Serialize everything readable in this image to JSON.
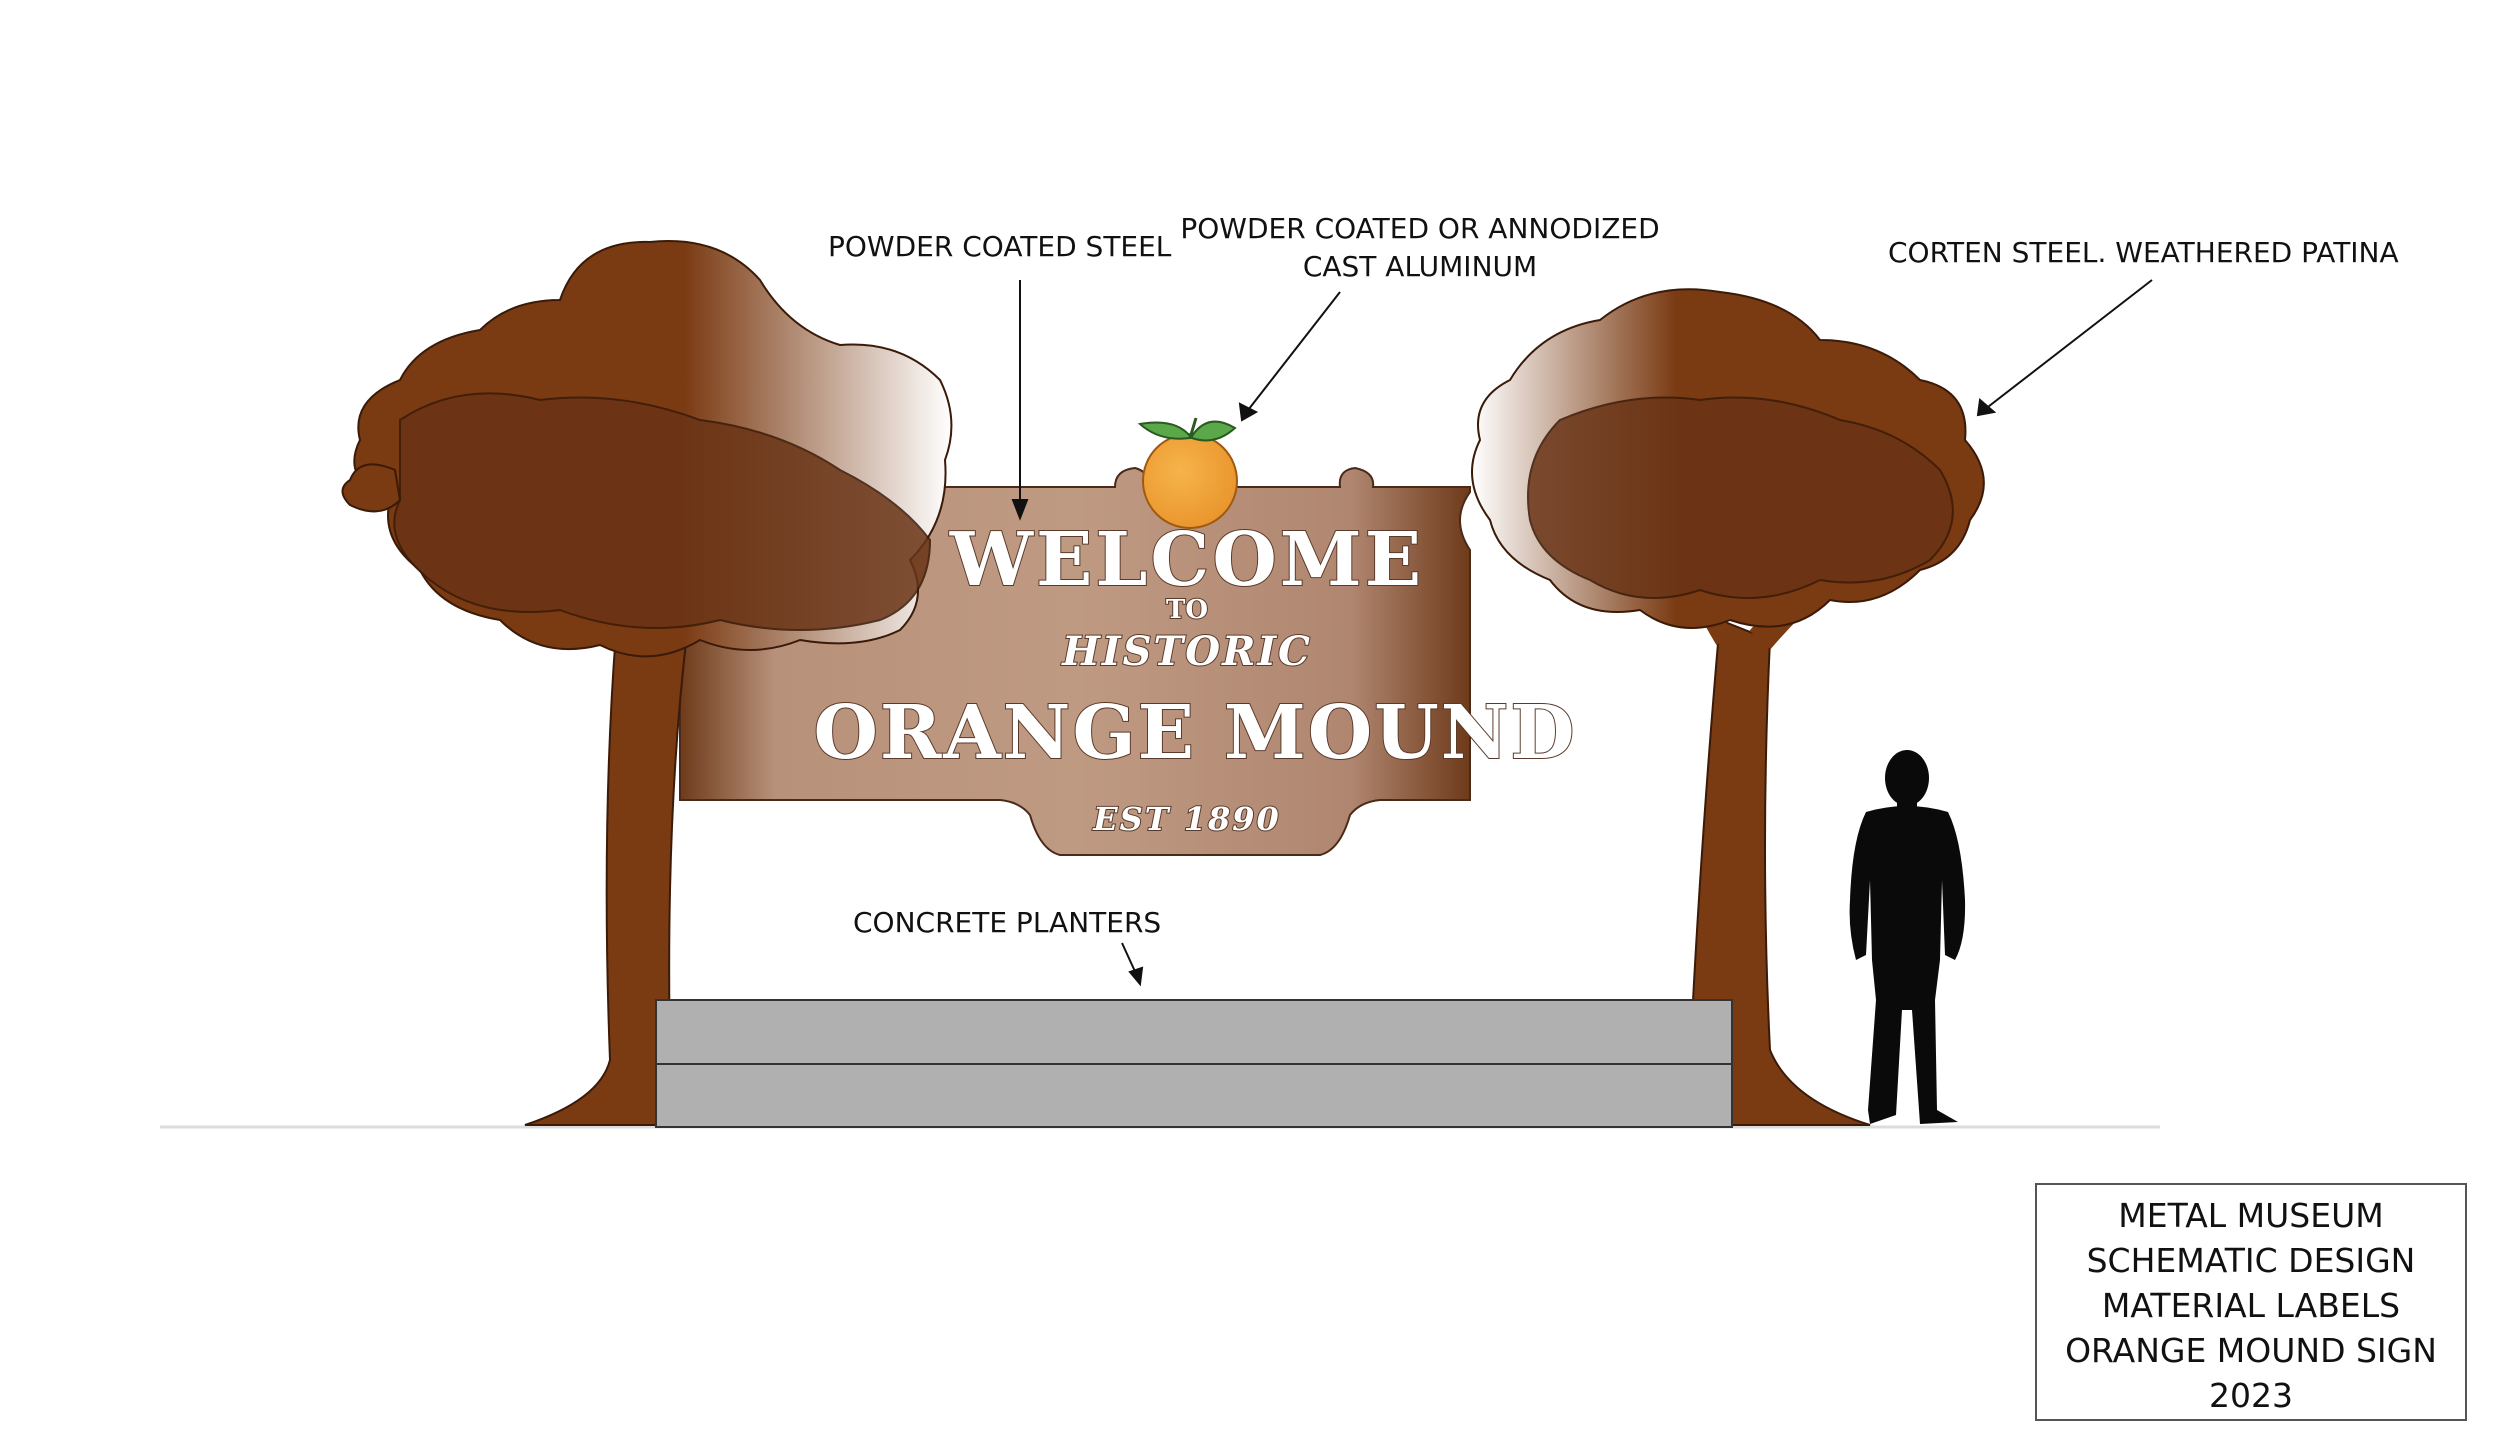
{
  "callouts": {
    "powder_coated_steel": "POWDER COATED STEEL",
    "cast_aluminum_line1": "POWDER COATED OR ANNODIZED",
    "cast_aluminum_line2": "CAST ALUMINUM",
    "corten_steel": "CORTEN STEEL. WEATHERED PATINA",
    "concrete_planters": "CONCRETE PLANTERS"
  },
  "sign": {
    "line1": "WELCOME",
    "line2": "TO",
    "line3": "HISTORIC",
    "line4": "ORANGE MOUND",
    "est": "EST 1890"
  },
  "title_block": {
    "line1": "METAL MUSEUM",
    "line2": "SCHEMATIC DESIGN",
    "line3": "MATERIAL LABELS",
    "line4": "ORANGE MOUND SIGN",
    "line5": "2023"
  },
  "colors": {
    "corten": "#7a3a12",
    "corten_dark": "#5e3016",
    "sign_panel": "#b8917a",
    "orange": "#f0a030",
    "leaf": "#5aa84a",
    "concrete": "#b0b0b0",
    "silhouette": "#0a0a0a"
  }
}
